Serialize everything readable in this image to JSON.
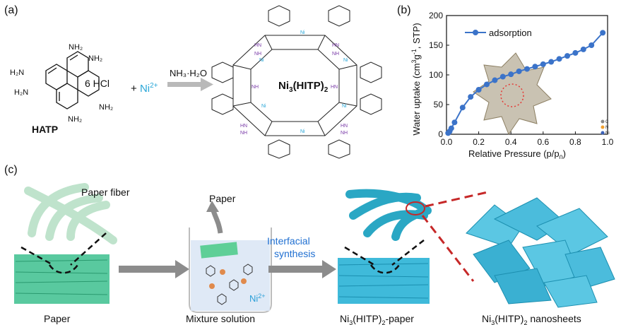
{
  "panel_labels": {
    "a": "(a)",
    "b": "(b)",
    "c": "(c)"
  },
  "scheme": {
    "reactant_label": "HATP",
    "hcl": "6 HCl",
    "plus_ni": "+ Ni",
    "ni_charge": "2+",
    "reagent": "NH₃·H₂O",
    "product_label_main": "Ni",
    "product_sub": "3",
    "product_label_rest": "(HITP)",
    "product_sub2": "2",
    "amine_label": "NH₂",
    "h2n_label": "H₂N",
    "nh_label": "NH",
    "hn_label": "HN",
    "ni_atom": "Ni"
  },
  "chart_data": {
    "type": "line",
    "title": "",
    "xlabel": "Relative Pressure (p/p0)",
    "ylabel": "Water uptake (cm3g-1, STP)",
    "xlim": [
      0.0,
      1.0
    ],
    "ylim": [
      0,
      200
    ],
    "xticks": [
      "0.0",
      "0.2",
      "0.4",
      "0.6",
      "0.8",
      "1.0"
    ],
    "yticks": [
      "0",
      "50",
      "100",
      "150",
      "200"
    ],
    "legend": "top-left",
    "series": [
      {
        "name": "adsorption",
        "color": "#3b73c9",
        "x": [
          0.01,
          0.02,
          0.03,
          0.05,
          0.1,
          0.15,
          0.2,
          0.25,
          0.3,
          0.35,
          0.4,
          0.45,
          0.5,
          0.55,
          0.6,
          0.65,
          0.7,
          0.75,
          0.8,
          0.85,
          0.9,
          0.97
        ],
        "y": [
          2,
          5,
          10,
          20,
          45,
          63,
          75,
          84,
          91,
          97,
          101,
          106,
          110,
          114,
          118,
          122,
          127,
          132,
          137,
          143,
          150,
          171
        ]
      }
    ],
    "inset_legend": [
      "C",
      "N",
      "Ni"
    ]
  },
  "axis_text": {
    "ylabel_pre": "Water  uptake (cm",
    "ylabel_sup1": "3",
    "ylabel_mid": "g",
    "ylabel_sup2": "-1",
    "ylabel_post": ", STP)",
    "xlabel_pre": "Relative Pressure (p/p",
    "xlabel_sub": "0",
    "xlabel_post": ")"
  },
  "process": {
    "paper_fiber": "Paper fiber",
    "paper": "Paper",
    "paper_top": "Paper",
    "mixture": "Mixture solution",
    "interfacial_1": "Interfacial",
    "interfacial_2": "synthesis",
    "ni_label": "Ni",
    "ni_charge": "2+",
    "product_paper_pre": "Ni",
    "product_paper_sub": "3",
    "product_paper_mid": "(HITP)",
    "product_paper_sub2": "2",
    "product_paper_post": "-paper",
    "nanosheets_pre": "Ni",
    "nanosheets_sub": "3",
    "nanosheets_mid": "(HITP)",
    "nanosheets_sub2": "2",
    "nanosheets_post": " nanosheets"
  }
}
